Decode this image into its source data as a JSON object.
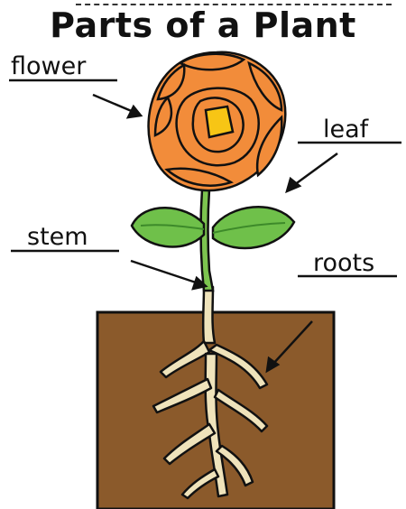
{
  "title": "Parts of a Plant",
  "labels": {
    "flower": "flower",
    "leaf": "leaf",
    "stem": "stem",
    "roots": "roots"
  },
  "colors": {
    "petal": "#f28c3a",
    "petal_outline": "#1a1a1a",
    "flower_center": "#f7c515",
    "leaf": "#6fc04a",
    "stem": "#7cc44f",
    "soil": "#8b5a2b",
    "roots": "#efe3bb"
  }
}
